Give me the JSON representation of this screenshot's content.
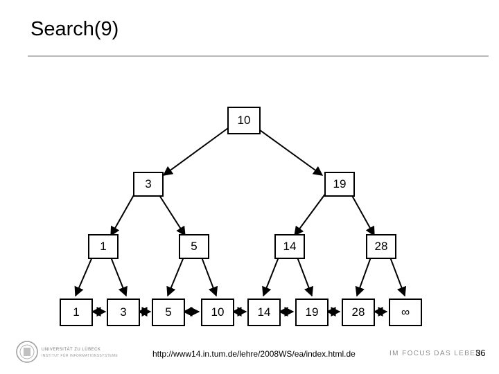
{
  "slide": {
    "title": "Search(9)",
    "url": "http://www14.in.tum.de/lehre/2008WS/ea/index.html.de",
    "page_number": "36",
    "footer_brand": "IM FOCUS DAS LEBEN",
    "university_line1": "UNIVERSITÄT ZU LÜBECK",
    "university_line2": "INSTITUT FÜR INFORMATIONSSYSTEME"
  },
  "tree": {
    "root": "10",
    "level1": [
      "3",
      "19"
    ],
    "level2": [
      "1",
      "5",
      "14",
      "28"
    ],
    "leaves": [
      "1",
      "3",
      "5",
      "10",
      "14",
      "19",
      "28",
      "∞"
    ]
  },
  "colors": {
    "rule": "#b8b8b8",
    "node_border": "#000000",
    "footer_gray": "#8c8c8c"
  }
}
